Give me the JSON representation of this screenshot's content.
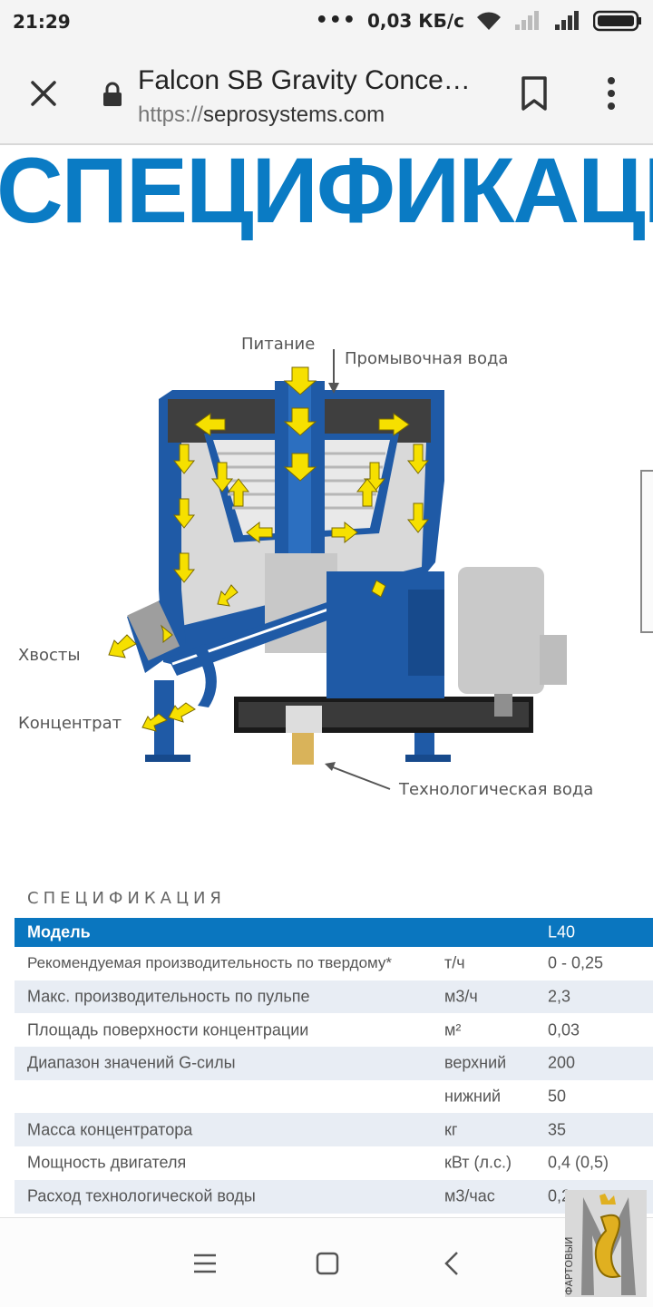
{
  "status": {
    "time": "21:29",
    "dots": "•••",
    "speed": "0,03 КБ/с"
  },
  "browser": {
    "title": "Falcon SB Gravity Conce…",
    "url_scheme": "https://",
    "url_host": "seprosystems.com"
  },
  "heading": "СПЕЦИФИКАЦИ",
  "diagram": {
    "labels": {
      "feed": "Питание",
      "wash_water": "Промывочная вода",
      "tails": "Хвосты",
      "concentrate": "Концентрат",
      "process_water": "Технологическая вода"
    }
  },
  "spec": {
    "title": "СПЕЦИФИКАЦИЯ",
    "header": {
      "name": "Модель",
      "value": "L40"
    },
    "rows": [
      {
        "name": "Рекомендуемая производительность по твердому*",
        "unit": "т/ч",
        "value": "0 - 0,25"
      },
      {
        "name": "Макс. производительность по пульпе",
        "unit": "м3/ч",
        "value": "2,3"
      },
      {
        "name": "Площадь поверхности концентрации",
        "unit": "м²",
        "value": "0,03"
      },
      {
        "name": "Диапазон значений G-силы",
        "unit": "верхний",
        "value": "200"
      },
      {
        "name": "",
        "unit": "нижний",
        "value": "50"
      },
      {
        "name": "Масса концентратора",
        "unit": "кг",
        "value": "35"
      },
      {
        "name": "Мощность двигателя",
        "unit": "кВт (л.с.)",
        "value": "0,4 (0,5)"
      },
      {
        "name": "Расход технологической воды",
        "unit": "м3/час",
        "value": "0,2"
      }
    ]
  },
  "logo": {
    "text": "ФАРТОВЫЙ"
  },
  "colors": {
    "brand_blue": "#0a7bc4",
    "machine_blue": "#1f5aa6",
    "arrow_yellow": "#f6e000"
  },
  "icons": {
    "close": "close-icon",
    "lock": "lock-icon",
    "bookmark": "bookmark-icon",
    "menu": "more-vert-icon"
  }
}
